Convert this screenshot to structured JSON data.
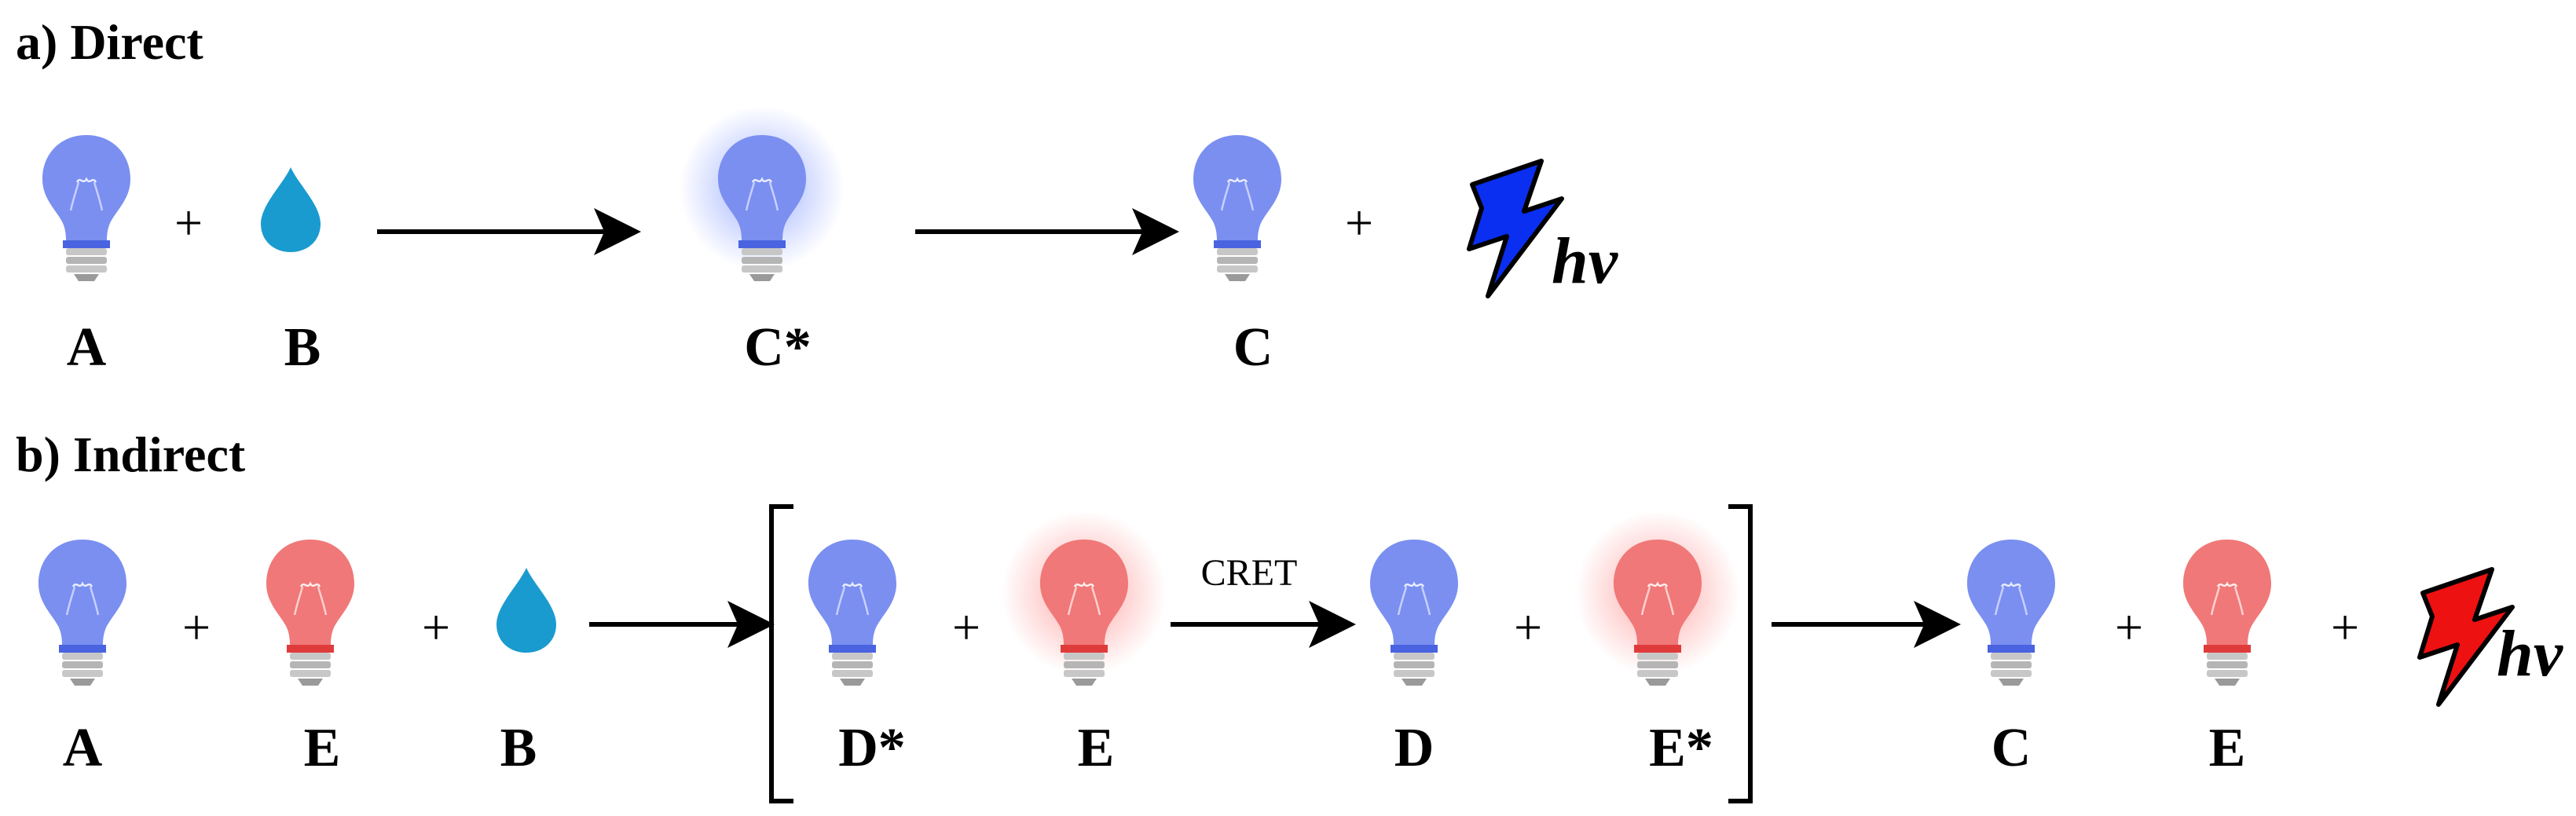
{
  "sections": {
    "direct": {
      "title": "a) Direct",
      "labels": {
        "a": "A",
        "b": "B",
        "c_star": "C*",
        "c": "C"
      },
      "plus": "+",
      "photon": "hv"
    },
    "indirect": {
      "title": "b) Indirect",
      "labels": {
        "a": "A",
        "e1": "E",
        "b": "B",
        "d_star": "D*",
        "e2": "E",
        "d": "D",
        "e_star": "E*",
        "c": "C",
        "e3": "E"
      },
      "plus": "+",
      "arrow_label": "CRET",
      "photon": "hv"
    }
  },
  "colors": {
    "blue_bulb": "#7a8ff0",
    "blue_base": "#4a63e0",
    "red_bulb": "#f07878",
    "red_base": "#e03b3b",
    "droplet": "#1a9bd0",
    "bolt_blue": "#0a2ff0",
    "bolt_red": "#ee1111",
    "screw": "#bdbdbd"
  },
  "icons": [
    "lightbulb-icon",
    "droplet-icon",
    "lightning-bolt-icon",
    "arrow-icon",
    "bracket-icon"
  ]
}
